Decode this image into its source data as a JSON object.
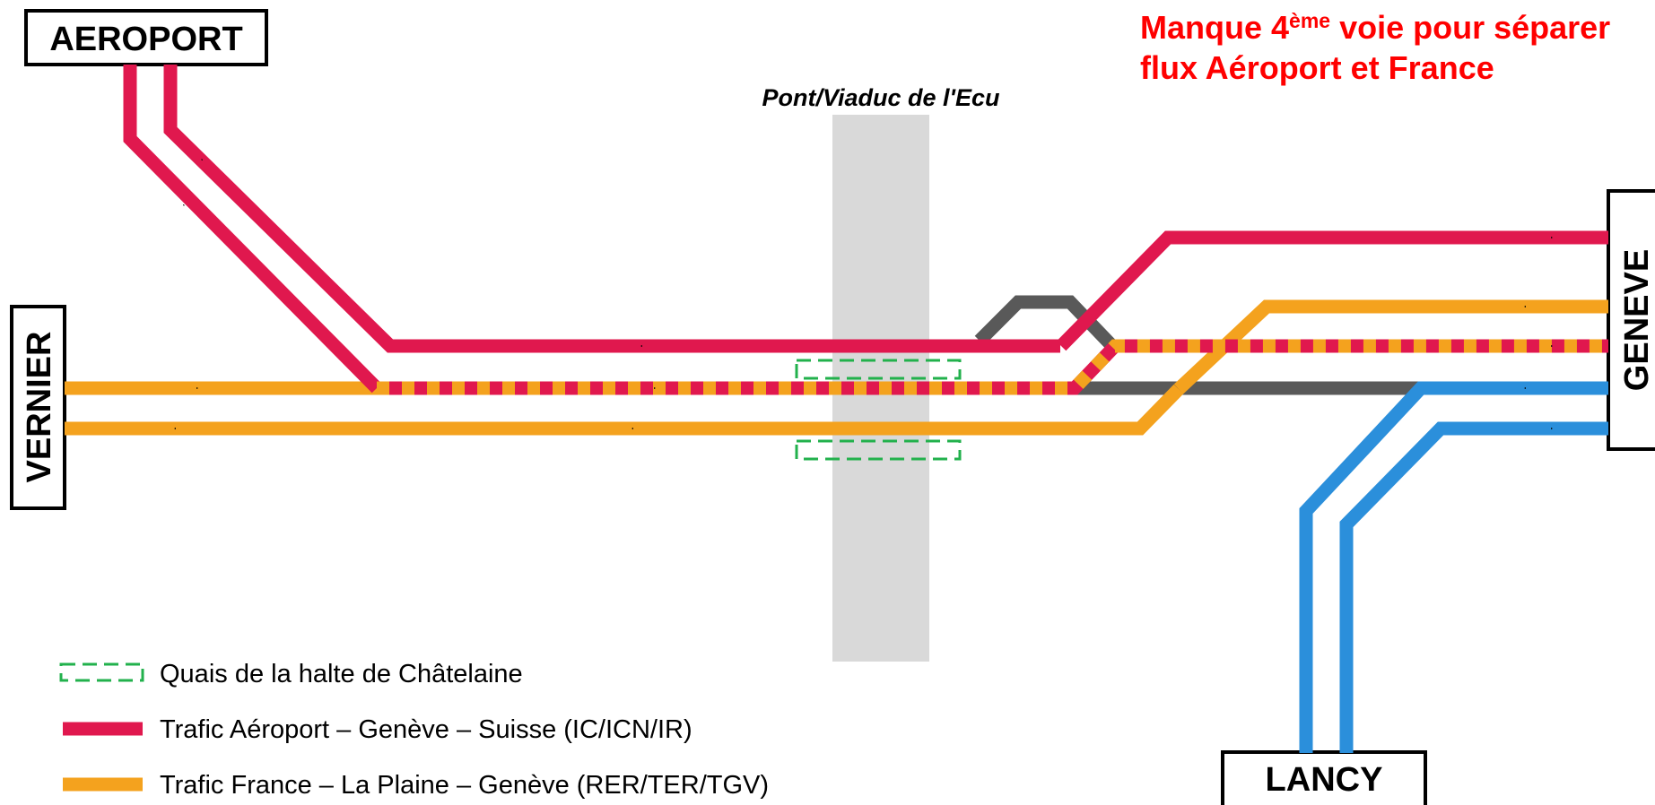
{
  "stations": {
    "aeroport": "AEROPORT",
    "vernier": "VERNIER",
    "geneve": "GENEVE",
    "lancy": "LANCY"
  },
  "viaduc_label": "Pont/Viaduc de l'Ecu",
  "annotation": {
    "line1_prefix": "Manque 4",
    "line1_superscript": "ème",
    "line1_suffix": " voie pour séparer",
    "line2": "flux Aéroport et France"
  },
  "legend": {
    "platforms": "Quais de la halte de Châtelaine",
    "airport_traffic": "Trafic Aéroport – Genève – Suisse (IC/ICN/IR)",
    "france_traffic": "Trafic France – La Plaine – Genève (RER/TER/TGV)"
  },
  "colors": {
    "airport_traffic": "#E0184E",
    "france_traffic": "#F4A21E",
    "lancy_traffic": "#2B8FDB",
    "connector_track": "#595959",
    "platform_outline": "#22B14C",
    "viaduct": "#D9D9D9",
    "annotation": "#FF0000"
  }
}
